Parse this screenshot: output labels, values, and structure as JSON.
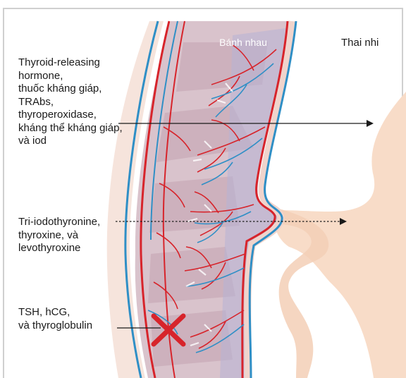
{
  "labels": {
    "placenta": "Bánh nhau",
    "fetus": "Thai nhi"
  },
  "groups": {
    "crosses": {
      "lines": [
        "Thyroid-releasing",
        "hormone,",
        "thuốc kháng giáp,",
        "TRAbs,",
        "thyroperoxidase,",
        "kháng thể kháng giáp,",
        "và iod"
      ],
      "arrow": "solid"
    },
    "limited": {
      "lines": [
        "Tri-iodothyronine,",
        "thyroxine, và",
        "levothyroxine"
      ],
      "arrow": "dotted"
    },
    "blocked": {
      "lines": [
        "TSH, hCG,",
        "và thyroglobulin"
      ],
      "marker": "x-icon"
    }
  },
  "colors": {
    "artery": "#d7242b",
    "vein": "#2f8fc6",
    "placenta_tissue": "#c8aab6",
    "fetal_skin": "#f8dcc8",
    "uterine_wall": "#f6e4dc",
    "blocked_mark": "#d7242b",
    "frame": "#cfcfcf"
  }
}
